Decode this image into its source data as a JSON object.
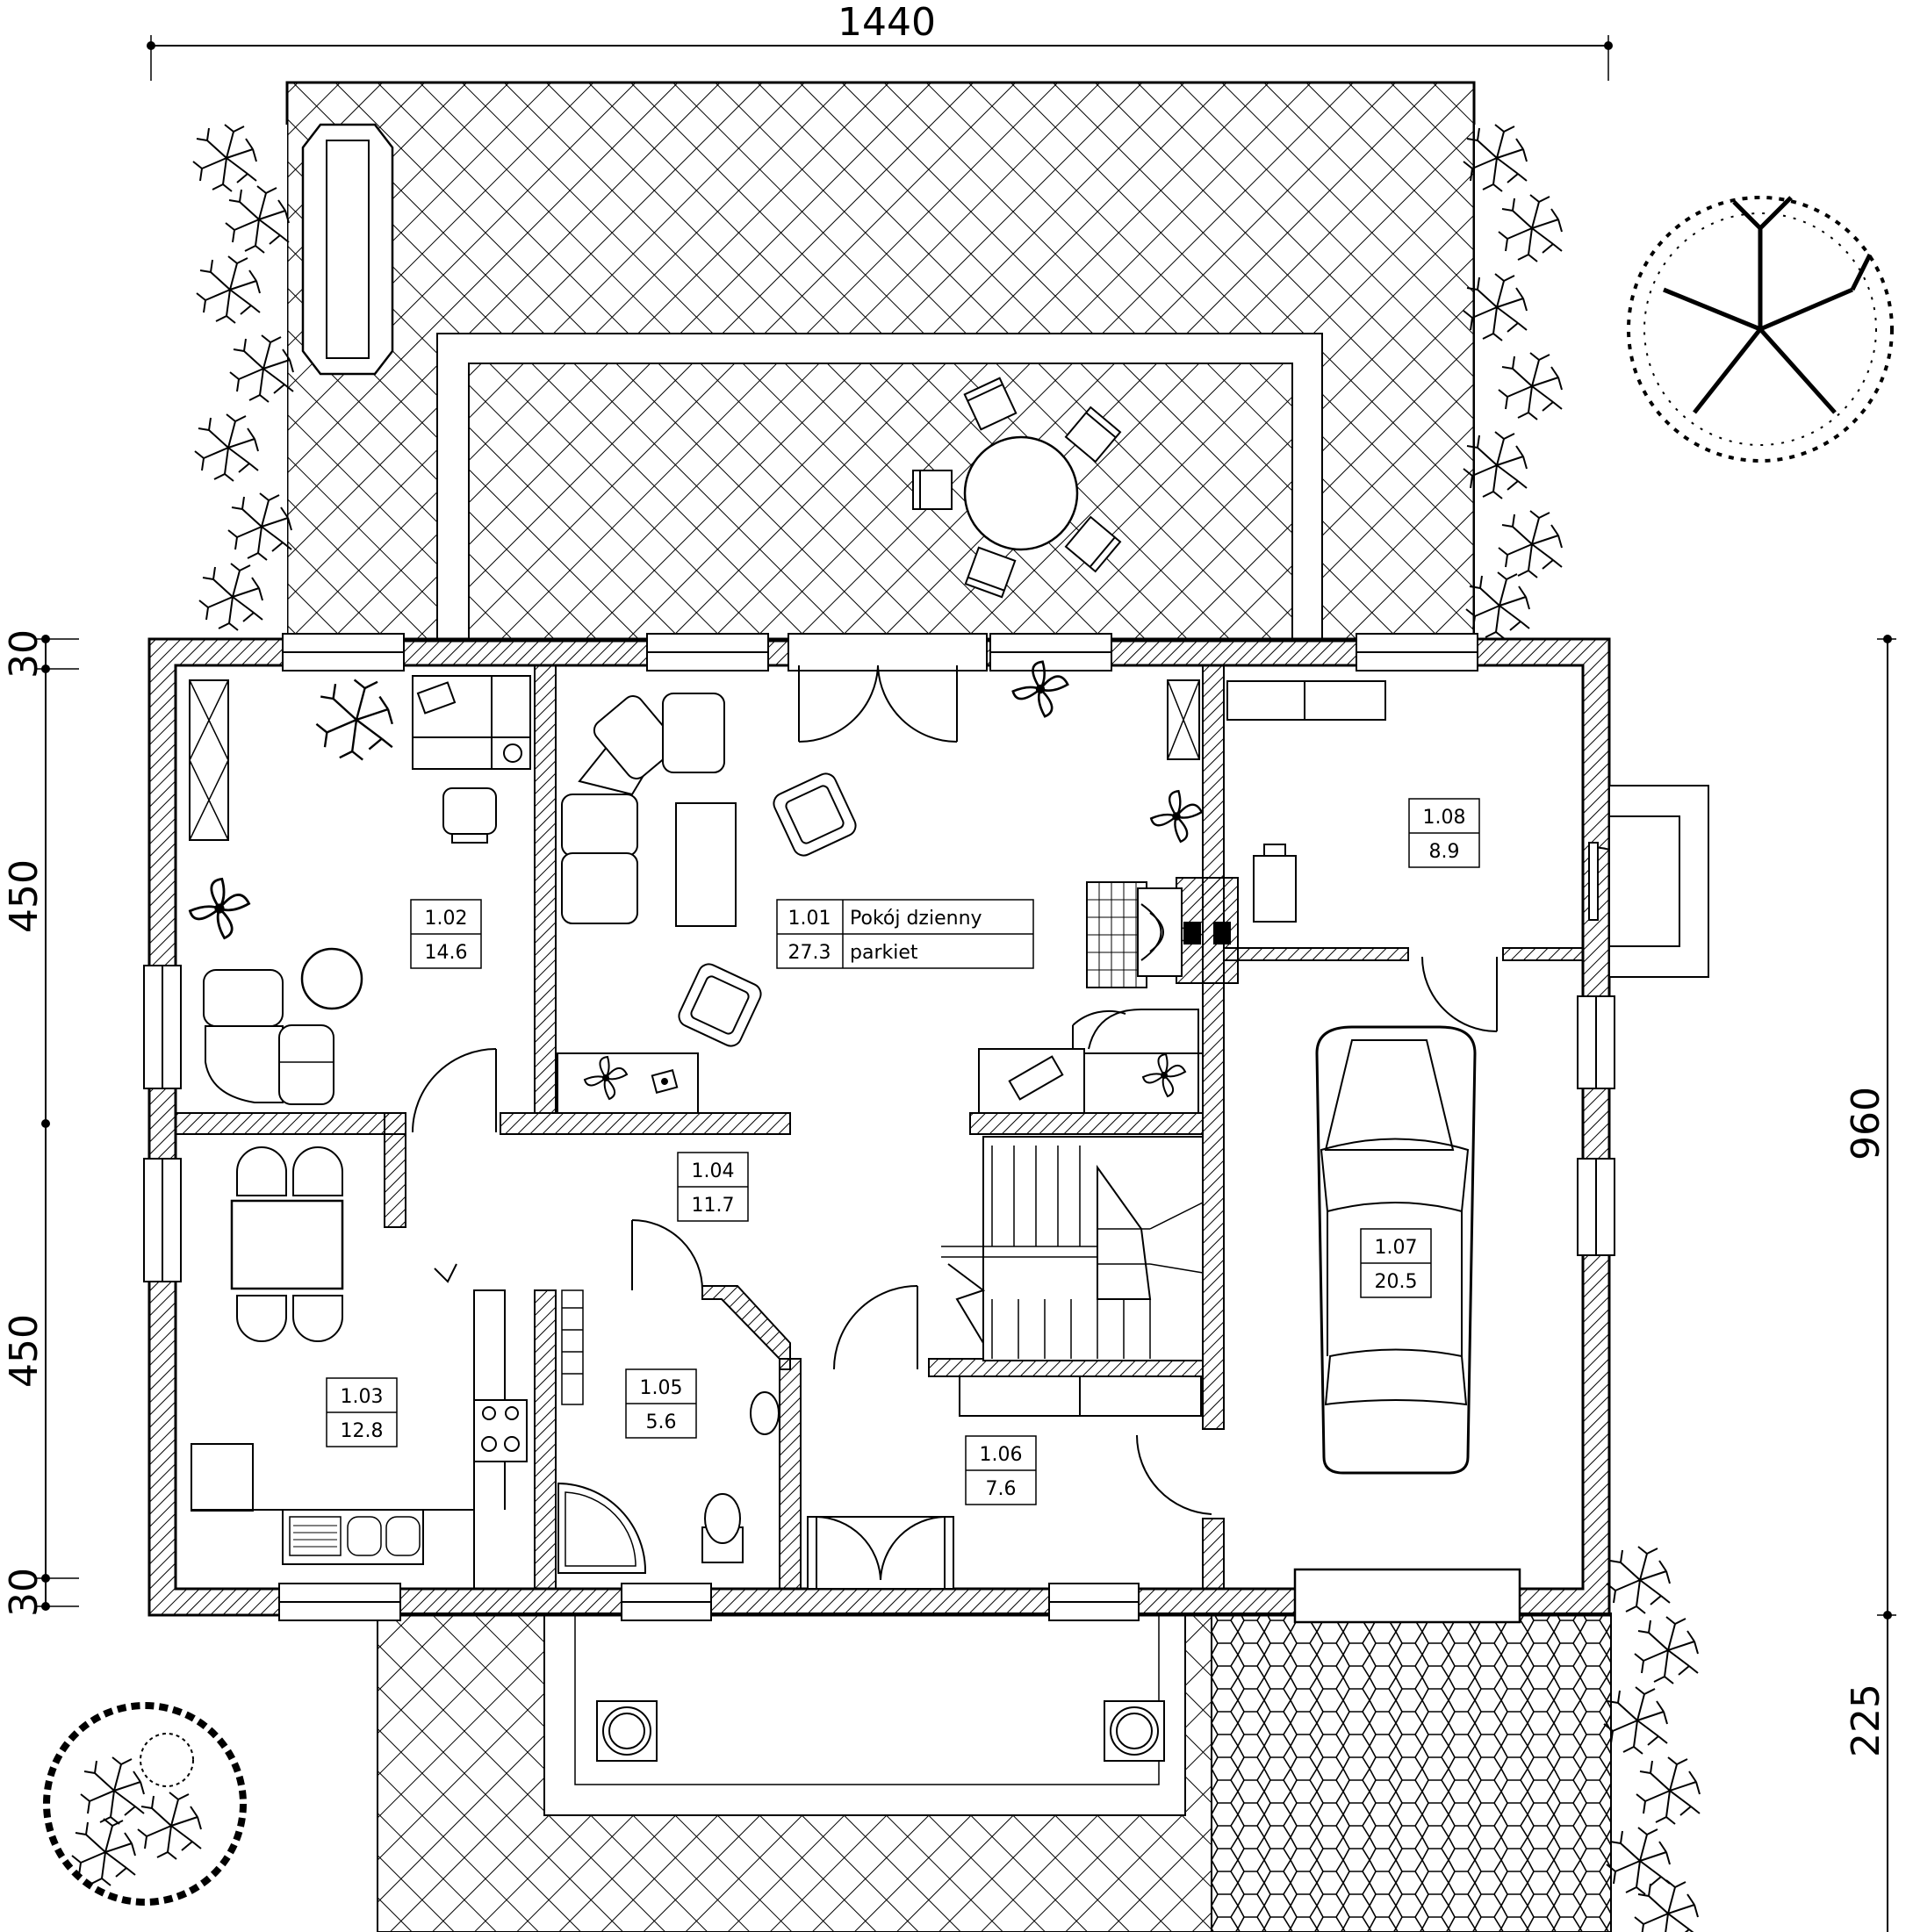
{
  "dimensions": {
    "top_width": "1440",
    "left_top": "30",
    "left_mid1": "450",
    "left_mid2": "450",
    "left_bottom": "30",
    "right_total": "960",
    "right_bottom": "225"
  },
  "rooms": {
    "r101": {
      "number": "1.01",
      "name": "Pokój dzienny",
      "area": "27.3",
      "floor": "parkiet"
    },
    "r102": {
      "number": "1.02",
      "area": "14.6"
    },
    "r103": {
      "number": "1.03",
      "area": "12.8"
    },
    "r104": {
      "number": "1.04",
      "area": "11.7"
    },
    "r105": {
      "number": "1.05",
      "area": "5.6"
    },
    "r106": {
      "number": "1.06",
      "area": "7.6"
    },
    "r107": {
      "number": "1.07",
      "area": "20.5"
    },
    "r108": {
      "number": "1.08",
      "area": "8.9"
    }
  }
}
